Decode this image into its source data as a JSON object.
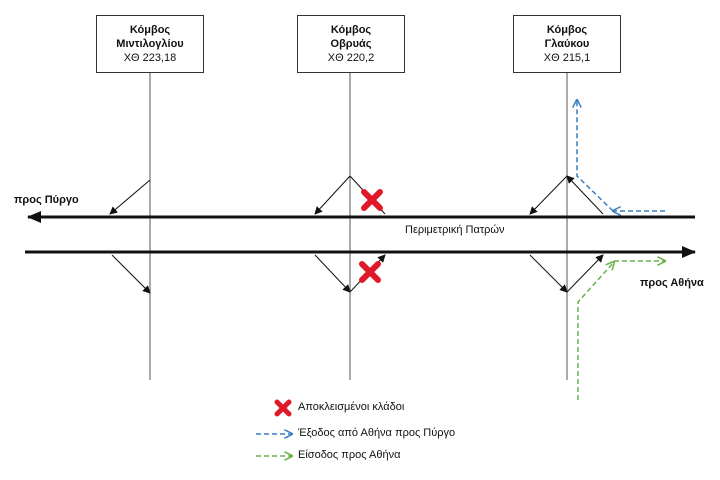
{
  "nodes": [
    {
      "name": "Κόμβος",
      "place": "Μιντιλογλίου",
      "km": "ΧΘ 223,18"
    },
    {
      "name": "Κόμβος",
      "place": "Οβρυάς",
      "km": "ΧΘ 220,2"
    },
    {
      "name": "Κόμβος",
      "place": "Γλαύκου",
      "km": "ΧΘ 215,1"
    }
  ],
  "labels": {
    "to_pyrgos": "προς Πύργο",
    "to_athens": "προς Αθήνα",
    "ring_road": "Περιμετρική Πατρών"
  },
  "legend": {
    "closed": "Αποκλεισμένοι κλάδοι",
    "exit": "Έξοδος από Αθήνα προς Πύργο",
    "entry": "Είσοδος προς Αθήνα"
  },
  "colors": {
    "closed": "#e0192a",
    "exit": "#3a7fc0",
    "entry": "#6ab04c"
  }
}
